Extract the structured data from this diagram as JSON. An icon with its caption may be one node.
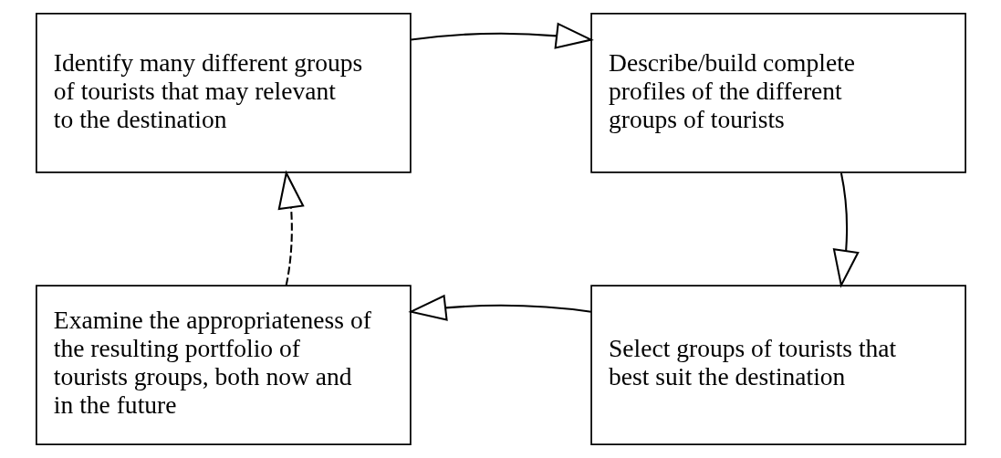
{
  "diagram": {
    "nodes": [
      {
        "text": [
          "Identify many different groups of tourists that may relevant to the destination"
        ]
      },
      {
        "text": [
          "Describe/build complete profiles of the different groups of tourists"
        ]
      },
      {
        "text": [
          "Select groups of tourists that best suit the destination"
        ]
      },
      {
        "text": [
          "Examine the appropriateness of the resulting portfolio of tourists groups, both now and in the future"
        ]
      }
    ],
    "edges": [
      {
        "from": 0,
        "to": 1,
        "arrow": "to"
      },
      {
        "from": 1,
        "to": 2,
        "arrow": "to"
      },
      {
        "from": 2,
        "to": 3,
        "arrow": "to"
      },
      {
        "from": 3,
        "to": 0,
        "arrow": "to",
        "style": "dashed"
      }
    ]
  }
}
